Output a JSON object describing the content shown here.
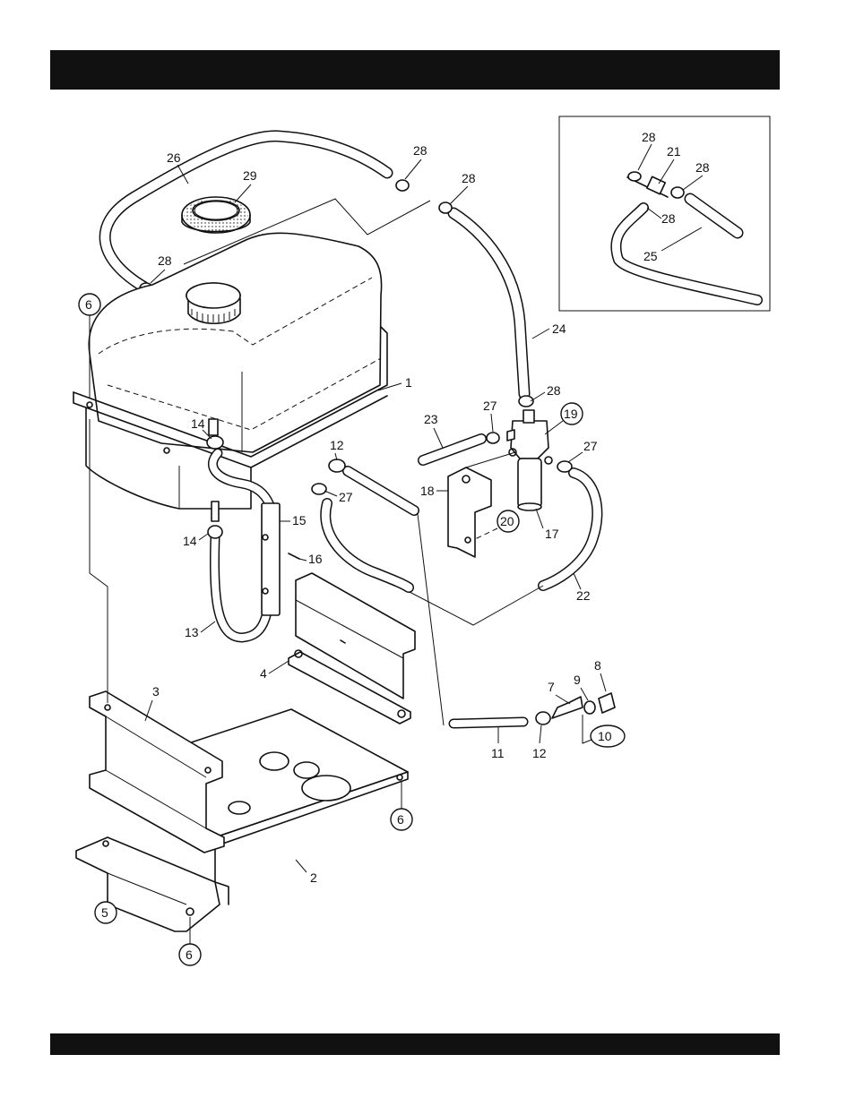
{
  "header_bar": {
    "color": "#111111"
  },
  "footer_bar": {
    "color": "#111111"
  },
  "callouts": {
    "c1": "1",
    "c2": "2",
    "c3": "3",
    "c4": "4",
    "c5": "5",
    "c6a": "6",
    "c6b": "6",
    "c6c": "6",
    "c7": "7",
    "c8": "8",
    "c9": "9",
    "c10": "10",
    "c11": "11",
    "c12a": "12",
    "c12b": "12",
    "c13": "13",
    "c14a": "14",
    "c14b": "14",
    "c15": "15",
    "c16": "16",
    "c17": "17",
    "c18": "18",
    "c19": "19",
    "c20": "20",
    "c21": "21",
    "c22": "22",
    "c23": "23",
    "c24": "24",
    "c25": "25",
    "c26": "26",
    "c27a": "27",
    "c27b": "27",
    "c27c": "27",
    "c28a": "28",
    "c28b": "28",
    "c28c": "28",
    "c28d": "28",
    "c28e": "28",
    "c28f": "28",
    "c28g": "28",
    "c29": "29"
  }
}
